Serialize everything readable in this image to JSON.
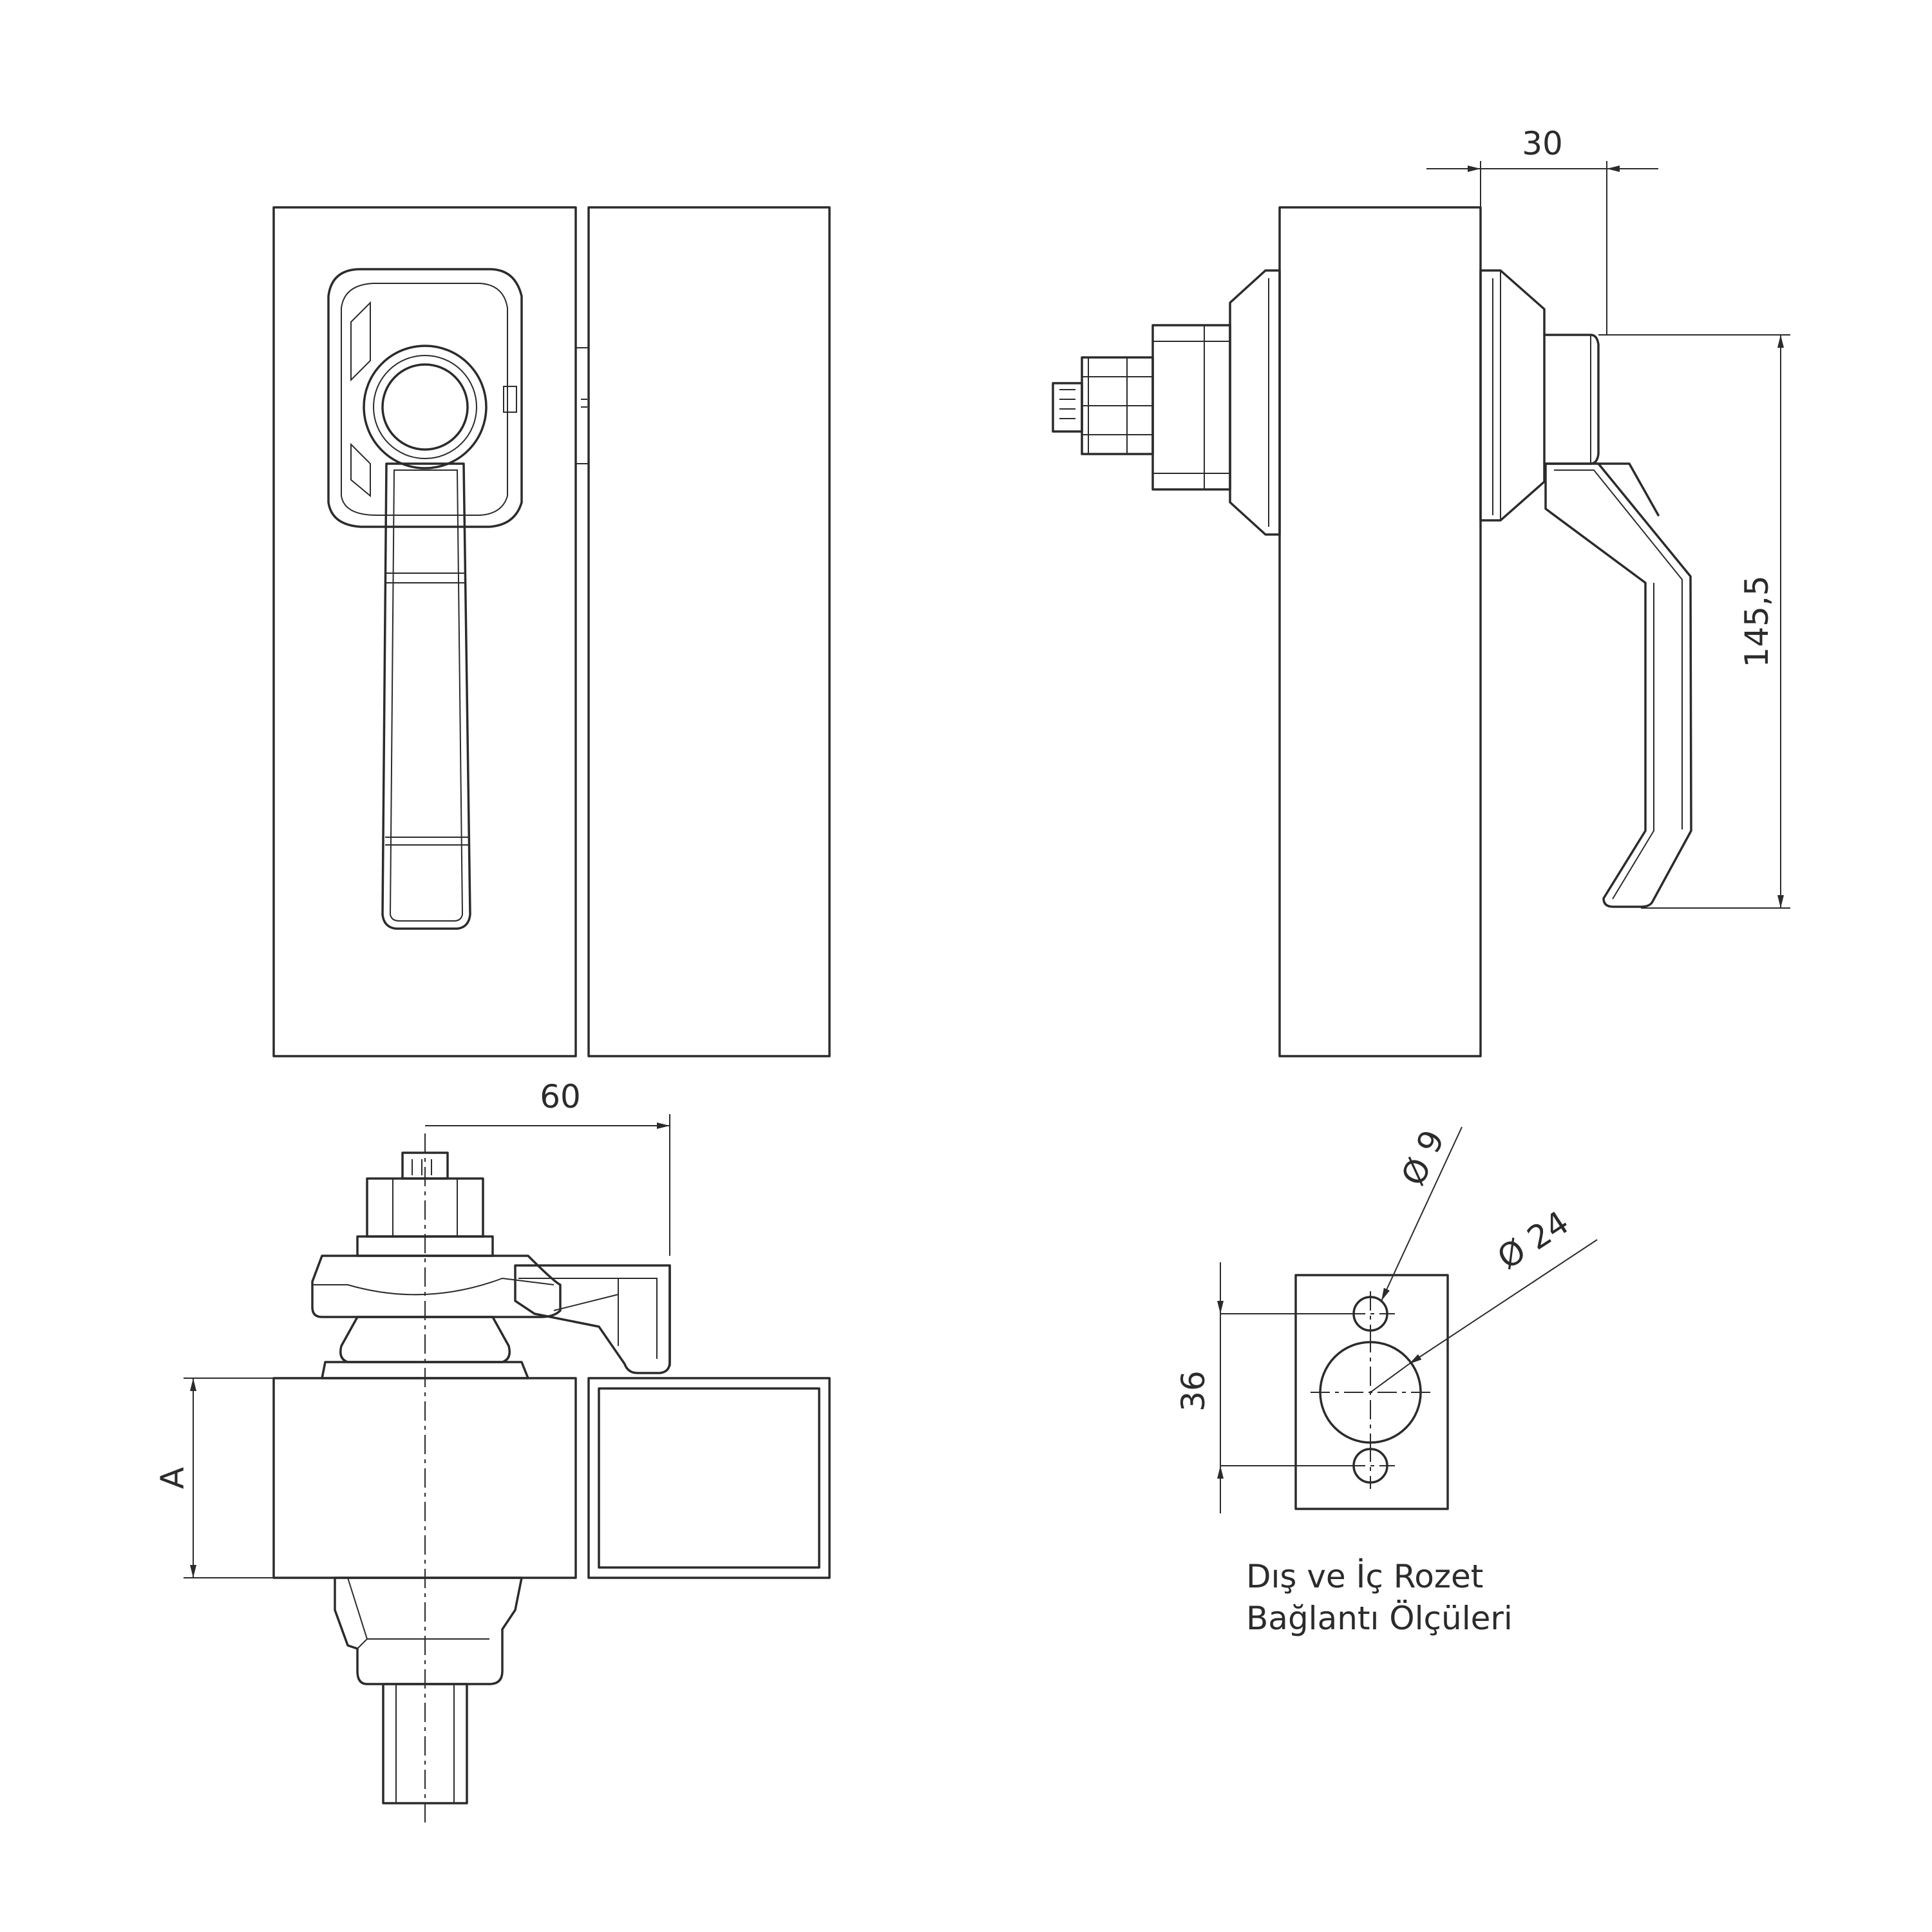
{
  "dimensions": {
    "offset_30": "30",
    "height_145_5": "145,5",
    "width_60": "60",
    "thickness_a": "A",
    "spacing_36": "36",
    "hole_small": "Ø 9",
    "hole_large": "Ø 24"
  },
  "caption": {
    "line1": "Dış ve İç Rozet",
    "line2": "Bağlantı Ölçüleri"
  },
  "colors": {
    "line": "#2b2b2b",
    "background": "#ffffff"
  }
}
